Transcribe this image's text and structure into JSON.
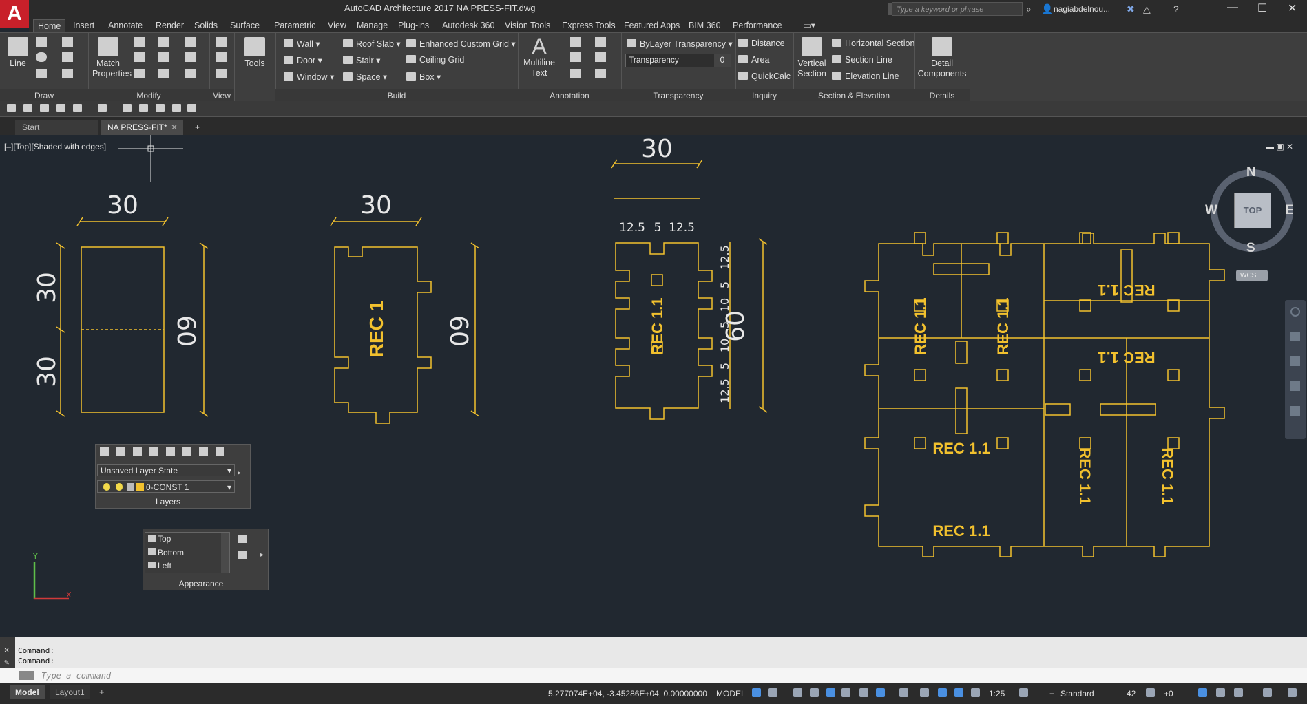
{
  "app": {
    "logo": "A",
    "title": "AutoCAD Architecture 2017     NA PRESS-FIT.dwg",
    "search_placeholder": "Type a keyword or phrase",
    "user": "nagiabdelnou..."
  },
  "ribbon_tabs": [
    "Home",
    "Insert",
    "Annotate",
    "Render",
    "Solids",
    "Surface",
    "Parametric",
    "View",
    "Manage",
    "Plug-ins",
    "Autodesk 360",
    "Vision Tools",
    "Express Tools",
    "Featured Apps",
    "BIM 360",
    "Performance"
  ],
  "ribbon": {
    "draw": {
      "title": "Draw",
      "line": "Line"
    },
    "modify": {
      "title": "Modify",
      "match": "Match",
      "properties": "Properties"
    },
    "view": {
      "title": "View",
      "tools": "Tools"
    },
    "build": {
      "title": "Build",
      "wall": "Wall",
      "door": "Door",
      "window": "Window",
      "roof_slab": "Roof Slab",
      "stair": "Stair",
      "space": "Space",
      "grid": "Enhanced Custom Grid",
      "ceiling_grid": "Ceiling Grid",
      "box": "Box"
    },
    "annotation": {
      "title": "Annotation",
      "multiline": "Multiline",
      "text": "Text"
    },
    "transparency": {
      "title": "Transparency",
      "bylayer": "ByLayer Transparency",
      "label": "Transparency",
      "value": "0"
    },
    "inquiry": {
      "title": "Inquiry",
      "distance": "Distance",
      "area": "Area",
      "quickcalc": "QuickCalc"
    },
    "section": {
      "title": "Section & Elevation",
      "vertical": "Vertical",
      "section": "Section",
      "horizontal": "Horizontal Section",
      "section_line": "Section Line",
      "elevation_line": "Elevation Line"
    },
    "details": {
      "title": "Details",
      "detail": "Detail",
      "components": "Components"
    }
  },
  "doc_tabs": [
    "Start",
    "NA PRESS-FIT*"
  ],
  "viewport_label": "[–][Top][Shaded with edges]",
  "viewcube": {
    "n": "N",
    "s": "S",
    "e": "E",
    "w": "W",
    "top": "TOP",
    "wcs": "WCS"
  },
  "drawing": {
    "dims": {
      "d30": "30",
      "d60": "60",
      "d125": "12.5",
      "d5": "5",
      "d10": "10"
    },
    "labels": {
      "rec1": "REC 1",
      "rec11": "REC 1.1"
    }
  },
  "layers_palette": {
    "state": "Unsaved Layer State",
    "layer": "0-CONST 1",
    "title": "Layers"
  },
  "appearance_palette": {
    "items": [
      "Top",
      "Bottom",
      "Left"
    ],
    "title": "Appearance"
  },
  "command": {
    "hist1": "Command:",
    "hist2": "Command:",
    "placeholder": "Type a command"
  },
  "layout_tabs": [
    "Model",
    "Layout1"
  ],
  "status": {
    "coords": "5.277074E+04, -3.45286E+04, 0.00000000",
    "model": "MODEL",
    "scale": "1:25",
    "style": "Standard",
    "count": "42",
    "plus": "+0"
  },
  "colors": {
    "drawing": "#f2c12e",
    "background": "#212830",
    "ribbon": "#3e3e3e"
  }
}
